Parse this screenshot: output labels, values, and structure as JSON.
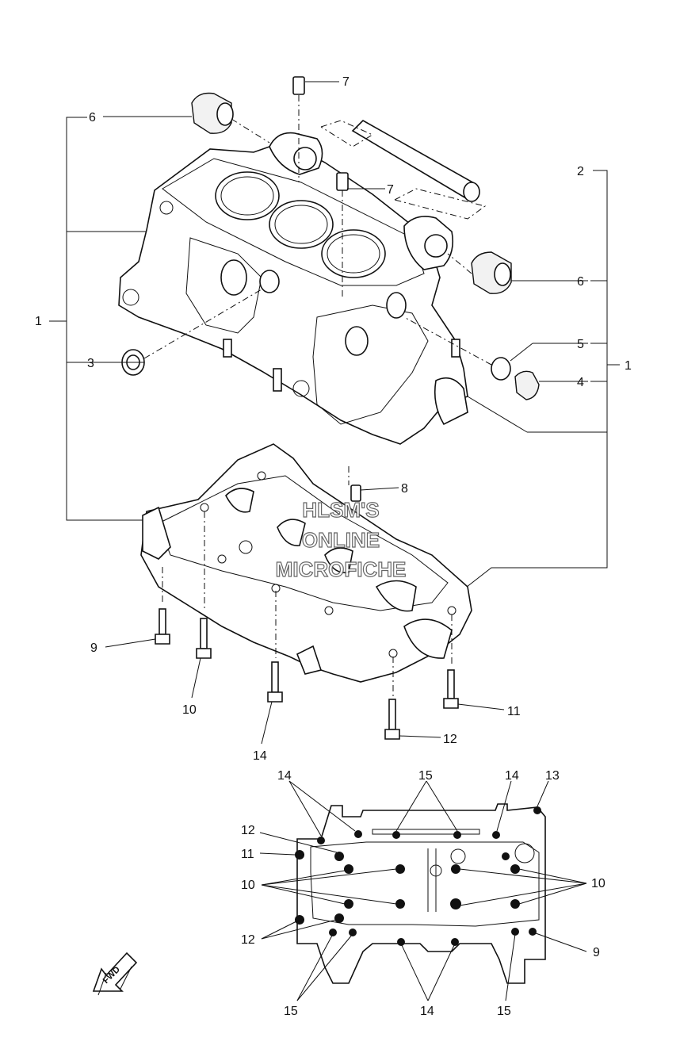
{
  "callouts": {
    "c1_left": "1",
    "c1_right": "1",
    "c2": "2",
    "c3": "3",
    "c4": "4",
    "c5": "5",
    "c6_top": "6",
    "c6_right": "6",
    "c7_top": "7",
    "c7_mid": "7",
    "c8": "8",
    "c9": "9",
    "c10": "10",
    "c11": "11",
    "c12": "12",
    "c14": "14"
  },
  "watermark": {
    "line1": "HLSM'S",
    "line2": "ONLINE",
    "line3": "MICROFICHE"
  },
  "tightening_chart": {
    "c14_top_left": "14",
    "c15_top": "15",
    "c14_top_right": "14",
    "c13": "13",
    "c12_upper": "12",
    "c11": "11",
    "c10_left": "10",
    "c10_right": "10",
    "c12_lower": "12",
    "c9": "9",
    "c15_bottom_left": "15",
    "c14_bottom": "14",
    "c15_bottom_right": "15"
  },
  "fwd_arrow": {
    "label": "FWD"
  }
}
